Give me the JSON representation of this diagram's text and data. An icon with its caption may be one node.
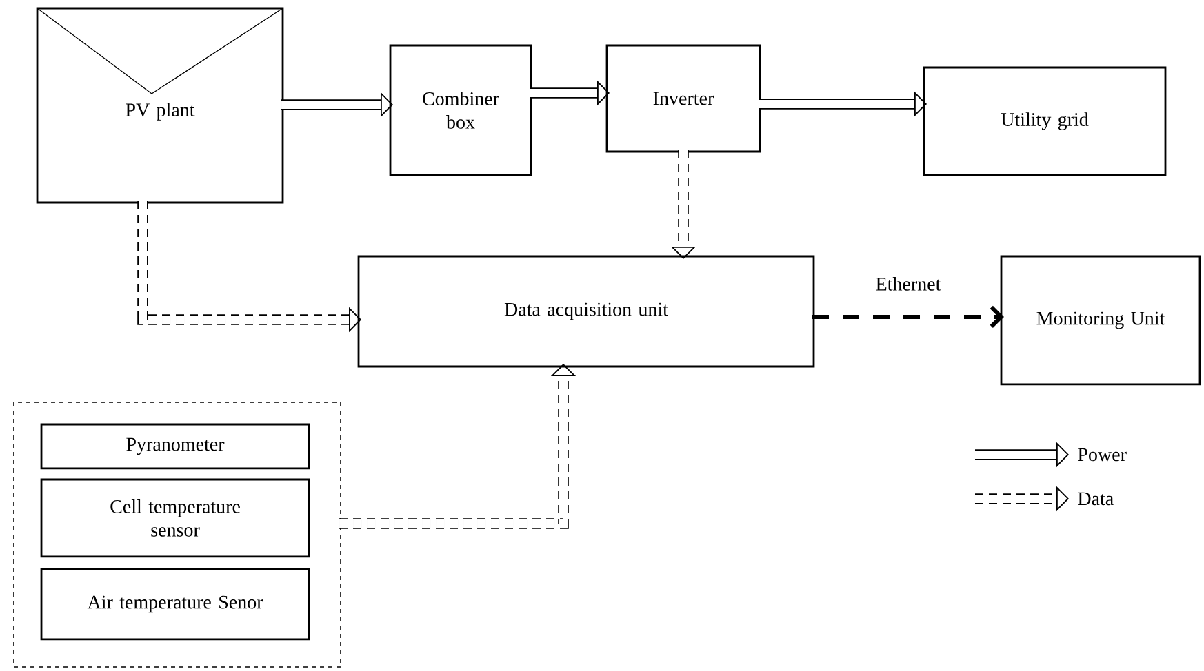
{
  "diagram": {
    "nodes": [
      {
        "text": [
          "PV plant"
        ]
      },
      {
        "text": [
          "Combiner box"
        ]
      },
      {
        "text": [
          "Inverter"
        ]
      },
      {
        "text": [
          "Utility grid"
        ]
      },
      {
        "text": [
          "Data acquisition unit"
        ]
      },
      {
        "text": [
          "Monitoring Unit"
        ]
      },
      {
        "text": [],
        "shape": "box"
      },
      {
        "text": [
          "Pyranometer"
        ],
        "in": 6
      },
      {
        "text": [
          "Cell temperature sensor"
        ],
        "in": 6
      },
      {
        "text": [
          "Air temperature Senor"
        ],
        "in": 6
      }
    ],
    "edges": [
      {
        "from": 0,
        "to": 1,
        "arrow": "to"
      },
      {
        "from": 1,
        "to": 2,
        "arrow": "to"
      },
      {
        "from": 2,
        "to": 3,
        "arrow": "to"
      },
      {
        "from": 2,
        "to": 4,
        "arrow": "to",
        "style": "dashed"
      },
      {
        "from": 0,
        "to": 4,
        "arrow": "to",
        "style": "dashed"
      },
      {
        "from": 6,
        "to": 4,
        "arrow": "to",
        "style": "dashed"
      },
      {
        "from": 4,
        "to": 5,
        "arrow": "to",
        "style": "dashed",
        "label": "Ethernet"
      }
    ],
    "legend": [
      {
        "text": "Power"
      },
      {
        "text": "Data"
      }
    ]
  }
}
